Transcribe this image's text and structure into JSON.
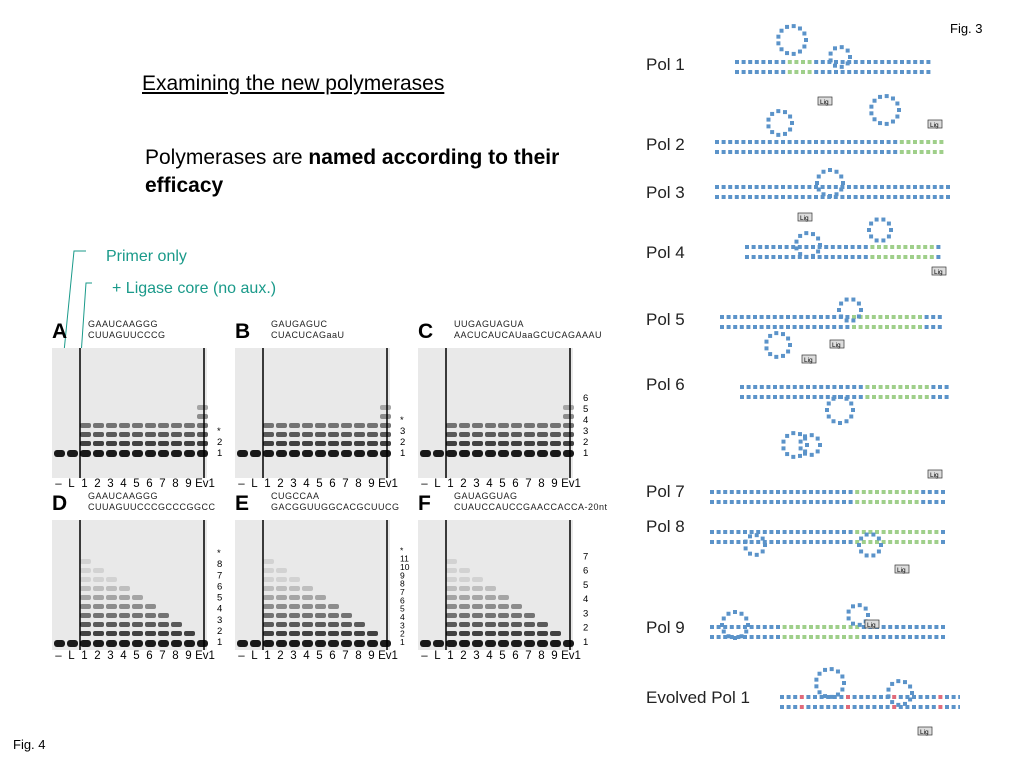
{
  "slide": {
    "title": "Examining the new polymerases",
    "subtitle_plain": "Polymerases are ",
    "subtitle_bold": "named according to their efficacy",
    "annotation_primer": "Primer only",
    "annotation_ligase": "+ Ligase core (no aux.)",
    "fig3": "Fig. 3",
    "fig4": "Fig. 4"
  },
  "colors": {
    "annotation": "#1a9a8a",
    "nucleotide_blue": "#5b93c9",
    "nucleotide_green": "#9fcf8a",
    "nucleotide_red": "#e06a7a"
  },
  "panels": [
    {
      "letter": "A",
      "seq1": "GAAUCAAGGG",
      "seq2": "CUUAGUUCCCG",
      "markers": [
        "*",
        "2",
        "1"
      ]
    },
    {
      "letter": "B",
      "seq1": "GAUGAGUC",
      "seq2": "CUACUCAGaaU",
      "markers": [
        "*",
        "3",
        "2",
        "1"
      ]
    },
    {
      "letter": "C",
      "seq1": "UUGAGUAGUA",
      "seq2": "AACUCAUCAUaaGCUCAGAAAU",
      "markers": [
        "6",
        "5",
        "4",
        "3",
        "2",
        "1"
      ]
    },
    {
      "letter": "D",
      "seq1": "GAAUCAAGGG",
      "seq2": "CUUAGUUCCCGCCCGGCC",
      "markers": [
        "*",
        "8",
        "7",
        "6",
        "5",
        "4",
        "3",
        "2",
        "1"
      ]
    },
    {
      "letter": "E",
      "seq1": "CUGCCAA",
      "seq2": "GACGGUUGGCACGCUUCG",
      "markers": [
        "*",
        "11",
        "10",
        "9",
        "8",
        "7",
        "6",
        "5",
        "4",
        "3",
        "2",
        "1"
      ]
    },
    {
      "letter": "F",
      "seq1": "GAUAGGUAG",
      "seq2": "CUAUCCAUCCGAACCACCA-20nt",
      "markers": [
        "7",
        "6",
        "5",
        "4",
        "3",
        "2",
        "1"
      ]
    }
  ],
  "lane_labels": [
    "–",
    "L",
    "1",
    "2",
    "3",
    "4",
    "5",
    "6",
    "7",
    "8",
    "9",
    "Ev1"
  ],
  "polymerases": [
    "Pol 1",
    "Pol 2",
    "Pol 3",
    "Pol 4",
    "Pol 5",
    "Pol 6",
    "Pol 7",
    "Pol 8",
    "Pol 9",
    "Evolved Pol 1"
  ],
  "lig_tag": "Lig"
}
